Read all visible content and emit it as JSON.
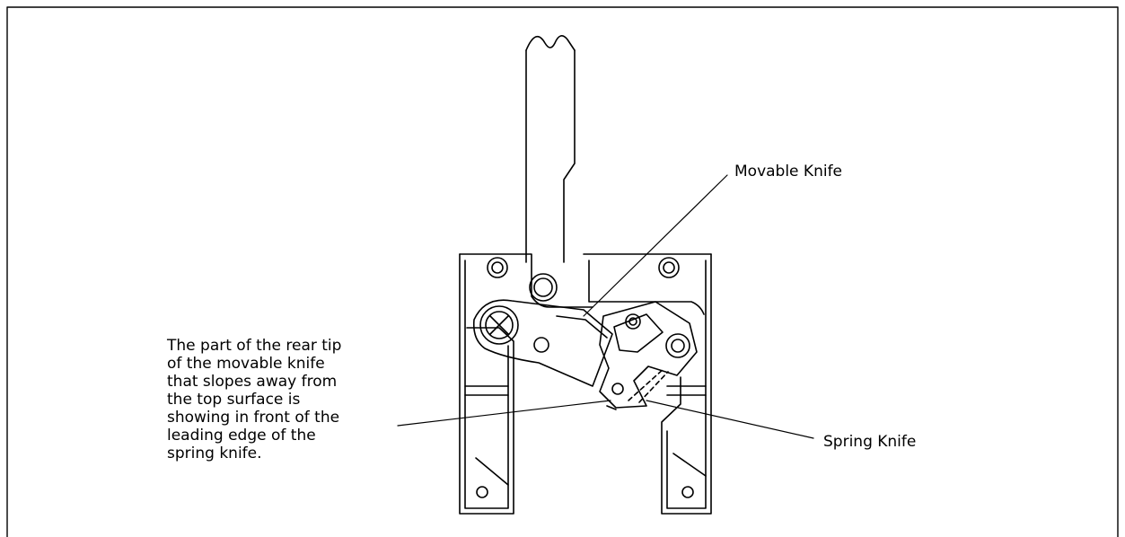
{
  "labels": {
    "movable_knife": "Movable Knife",
    "spring_knife": "Spring Knife",
    "note": "The part of the rear tip\nof the movable knife\nthat slopes away from\nthe top surface is\nshowing in front of the\nleading edge of the\nspring knife."
  },
  "colors": {
    "line": "#000000",
    "background": "#ffffff"
  }
}
